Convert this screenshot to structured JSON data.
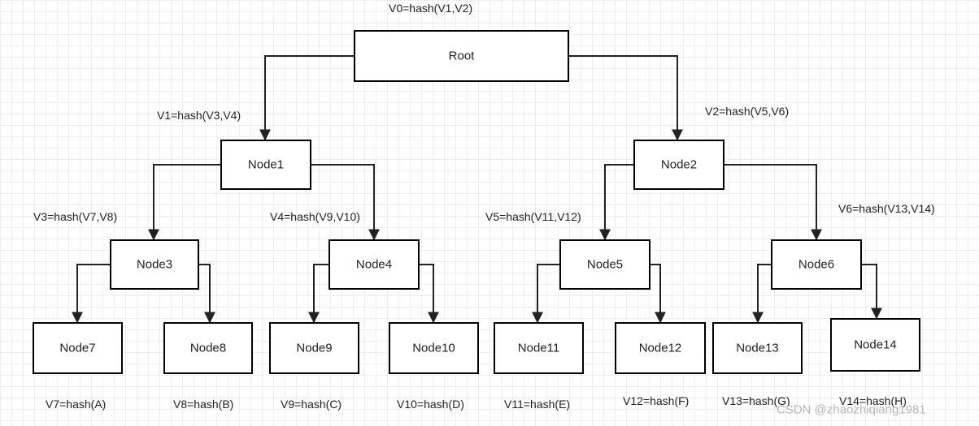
{
  "diagram": {
    "nodes": [
      {
        "id": "root",
        "label": "Root"
      },
      {
        "id": "n1",
        "label": "Node1"
      },
      {
        "id": "n2",
        "label": "Node2"
      },
      {
        "id": "n3",
        "label": "Node3"
      },
      {
        "id": "n4",
        "label": "Node4"
      },
      {
        "id": "n5",
        "label": "Node5"
      },
      {
        "id": "n6",
        "label": "Node6"
      },
      {
        "id": "n7",
        "label": "Node7"
      },
      {
        "id": "n8",
        "label": "Node8"
      },
      {
        "id": "n9",
        "label": "Node9"
      },
      {
        "id": "n10",
        "label": "Node10"
      },
      {
        "id": "n11",
        "label": "Node11"
      },
      {
        "id": "n12",
        "label": "Node12"
      },
      {
        "id": "n13",
        "label": "Node13"
      },
      {
        "id": "n14",
        "label": "Node14"
      }
    ],
    "edges": [
      {
        "from": "root",
        "to": "n1"
      },
      {
        "from": "root",
        "to": "n2"
      },
      {
        "from": "n1",
        "to": "n3"
      },
      {
        "from": "n1",
        "to": "n4"
      },
      {
        "from": "n2",
        "to": "n5"
      },
      {
        "from": "n2",
        "to": "n6"
      },
      {
        "from": "n3",
        "to": "n7"
      },
      {
        "from": "n3",
        "to": "n8"
      },
      {
        "from": "n4",
        "to": "n9"
      },
      {
        "from": "n4",
        "to": "n10"
      },
      {
        "from": "n5",
        "to": "n11"
      },
      {
        "from": "n5",
        "to": "n12"
      },
      {
        "from": "n6",
        "to": "n13"
      },
      {
        "from": "n6",
        "to": "n14"
      }
    ],
    "hash_labels": [
      {
        "id": "v0",
        "text": "V0=hash(V1,V2)"
      },
      {
        "id": "v1",
        "text": "V1=hash(V3,V4)"
      },
      {
        "id": "v2",
        "text": "V2=hash(V5,V6)"
      },
      {
        "id": "v3",
        "text": "V3=hash(V7,V8)"
      },
      {
        "id": "v4",
        "text": "V4=hash(V9,V10)"
      },
      {
        "id": "v5",
        "text": "V5=hash(V11,V12)"
      },
      {
        "id": "v6",
        "text": "V6=hash(V13,V14)"
      },
      {
        "id": "v7",
        "text": "V7=hash(A)"
      },
      {
        "id": "v8",
        "text": "V8=hash(B)"
      },
      {
        "id": "v9",
        "text": "V9=hash(C)"
      },
      {
        "id": "v10",
        "text": "V10=hash(D)"
      },
      {
        "id": "v11",
        "text": "V11=hash(E)"
      },
      {
        "id": "v12",
        "text": "V12=hash(F)"
      },
      {
        "id": "v13",
        "text": "V13=hash(G)"
      },
      {
        "id": "v14",
        "text": "V14=hash(H)"
      }
    ]
  },
  "watermark": "CSDN @zhaozhiqiang1981"
}
